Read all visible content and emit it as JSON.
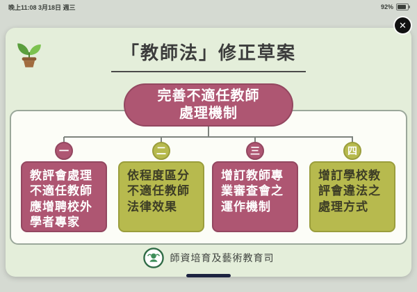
{
  "status_bar": {
    "datetime": "晚上11:08  3月18日 週三",
    "battery_percent": "92%"
  },
  "viewer": {
    "close_icon": "✕"
  },
  "slide": {
    "title": "「教師法」修正草案",
    "root": {
      "line1": "完善不適任教師",
      "line2": "處理機制"
    },
    "branches": [
      {
        "num": "一",
        "color": "#ae5672",
        "text": "教評會處理不適任教師應增聘校外學者專家"
      },
      {
        "num": "二",
        "color": "#b7ba4e",
        "text": "依程度區分不適任教師法律效果"
      },
      {
        "num": "三",
        "color": "#ae5672",
        "text": "增訂教師專業審查會之運作機制"
      },
      {
        "num": "四",
        "color": "#b7ba4e",
        "text": "增訂學校教評會違法之處理方式"
      }
    ],
    "footer": "師資培育及藝術教育司"
  },
  "colors": {
    "rose": "#ae5672",
    "olive": "#b7ba4e",
    "slide_background": "#e4eeda",
    "screen_background": "#d5dad2",
    "connector": "#7d837d"
  }
}
